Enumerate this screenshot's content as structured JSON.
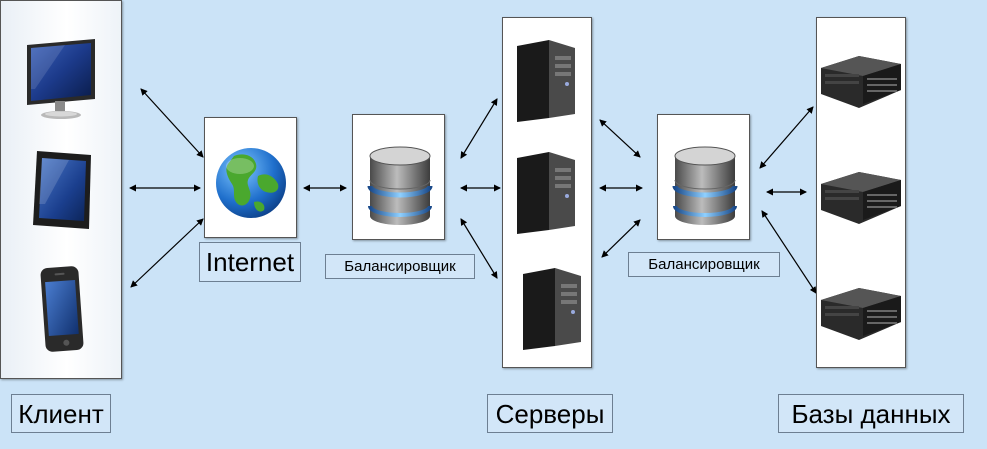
{
  "nodes": {
    "client_label": "Клиент",
    "internet_label": "Internet",
    "balancer1_label": "Балансировщик",
    "servers_label": "Серверы",
    "balancer2_label": "Балансировщик",
    "databases_label": "Базы данных"
  },
  "icons": {
    "client": [
      "monitor-icon",
      "tablet-icon",
      "smartphone-icon"
    ],
    "internet": "globe-icon",
    "balancer": "database-cylinder-icon",
    "server": "server-tower-icon",
    "database": "rack-server-icon"
  },
  "colors": {
    "background": "#cbe3f7",
    "label_fill": "#d2e6f8",
    "label_border": "#6d7f92"
  }
}
